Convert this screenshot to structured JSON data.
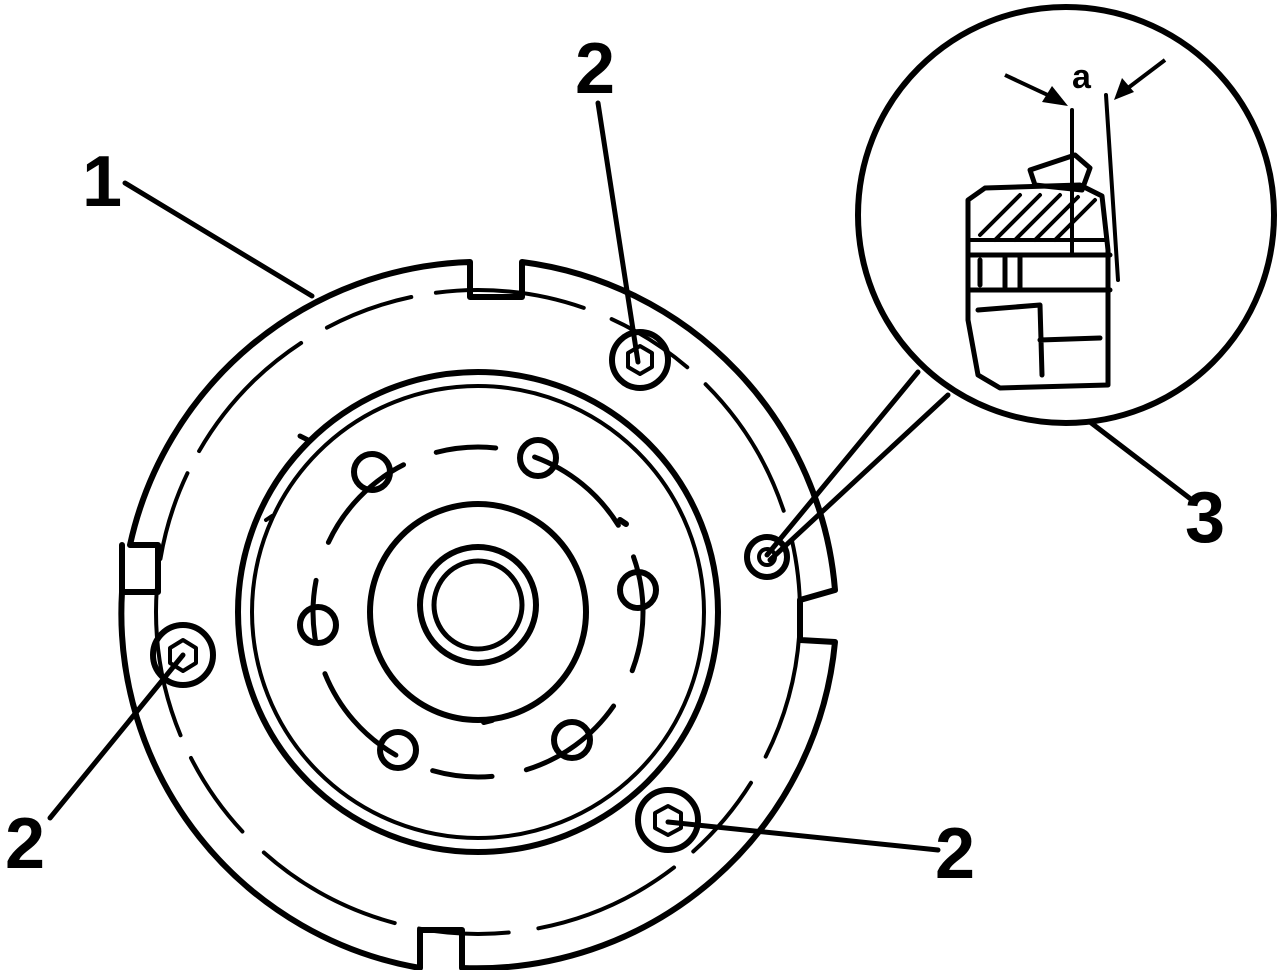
{
  "colors": {
    "ink": "#000000",
    "paper": "#ffffff"
  },
  "callouts": {
    "part1": "1",
    "bolt_top": "2",
    "bolt_left": "2",
    "bolt_bottom": "2",
    "detail": "3",
    "gap": "a"
  }
}
